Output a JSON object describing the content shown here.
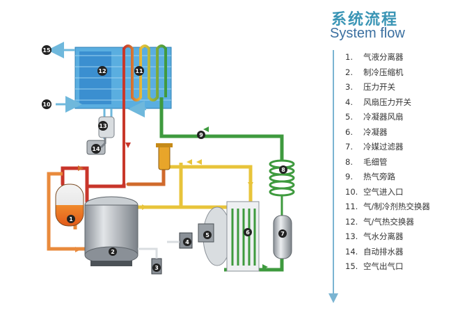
{
  "title": {
    "cn": "系统流程",
    "en": "System flow"
  },
  "legend": [
    {
      "num": "1.",
      "label": "气液分离器"
    },
    {
      "num": "2.",
      "label": "制冷压缩机"
    },
    {
      "num": "3.",
      "label": "压力开关"
    },
    {
      "num": "4.",
      "label": "风扇压力开关"
    },
    {
      "num": "5.",
      "label": "冷凝器风扇"
    },
    {
      "num": "6.",
      "label": "冷凝器"
    },
    {
      "num": "7.",
      "label": "冷媒过滤器"
    },
    {
      "num": "8.",
      "label": "毛细管"
    },
    {
      "num": "9.",
      "label": "热气旁路"
    },
    {
      "num": "10.",
      "label": "空气进入口"
    },
    {
      "num": "11.",
      "label": "气/制冷剂热交换器"
    },
    {
      "num": "12.",
      "label": "气/气热交换器"
    },
    {
      "num": "13.",
      "label": "气水分离器"
    },
    {
      "num": "14.",
      "label": "自动排水器"
    },
    {
      "num": "15.",
      "label": "空气出气口"
    }
  ],
  "markers": [
    "1",
    "2",
    "3",
    "4",
    "5",
    "6",
    "7",
    "8",
    "9",
    "10",
    "11",
    "12",
    "13",
    "14",
    "15"
  ],
  "colors": {
    "hot": "#c8352a",
    "warm": "#e8c43a",
    "cool": "#3e9a3e",
    "orange": "#e98a3c",
    "air": "#3aa0d8",
    "axis": "#7ab4d2"
  }
}
